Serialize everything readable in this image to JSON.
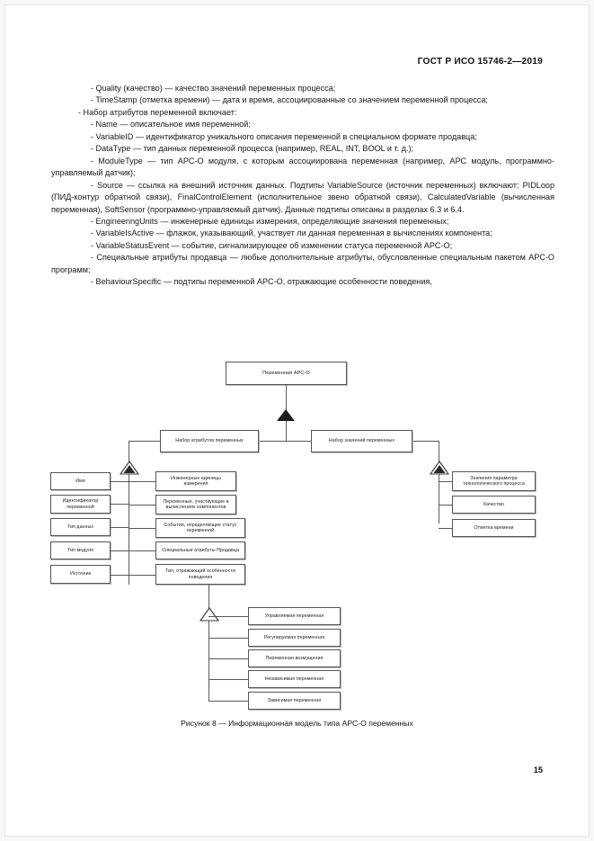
{
  "document": {
    "header": "ГОСТ Р ИСО 15746-2—2019",
    "page_number": "15"
  },
  "content": {
    "paragraphs": [
      "- Quality (качество) — качество значений переменных процесса;",
      "- TimeStamp (отметка времени) — дата и время, ассоциированные со значением переменной процесса;",
      "- Набор атрибутов переменной включает:",
      "- Name — описательное имя переменной;",
      "- VariableID — идентификатор уникального описания переменной в специальном формате продавца;",
      "- DataType — тип данных переменной процесса (например, REAL, INT, BOOL и т. д.);",
      "- ModuleType — тип APC-O модуля, с которым ассоциирована переменная (например, APC модуль, программно-управляемый датчик);",
      "- Source — ссылка на внешний источник данных. Подтипы VariableSource (источник переменных) включают: PIDLoop (ПИД-контур обратной связи), FinalControlElement (исполнительное звено обратной связи), CalculatedVariable (вычисленная переменная), SoftSensor (программно-управляемый датчик). Данные подтипы описаны в разделах 6.3 и 6.4.",
      "- EngineeringUnits — инженерные единицы измерения, определяющие значения переменных;",
      "- VariableIsActive — флажок, указывающий, участвует ли данная переменная в вычислениях компонента;",
      "- VariableStatusEvent — событие, сигнализирующее об изменении статуса переменной APC-O;",
      "- Специальные атрибуты продавца — любые дополнительные атрибуты, обусловленные специальным пакетом APC-O программ;",
      "- BehaviourSpecific — подтипы переменной APC-O, отражающие особенности поведения,"
    ]
  },
  "figure": {
    "caption": "Рисунок 8 — Информационная модель типа APC-O переменных",
    "root": "Переменная APC-O",
    "level2": {
      "left": "Набор атрибутов переменных",
      "right": "Набор значений переменных"
    },
    "attributes_left": [
      "Имя",
      "Идентификатор переменной",
      "Тип данных",
      "Тип модуля",
      "Источник"
    ],
    "attributes_right": [
      "Инженерные единицы измерения",
      "Переменные, участвующие в вычислениях компонентов",
      "События, определяющие статус переменной",
      "Специальные атрибуты Продавца",
      "Тип, отражающий особенности поведения"
    ],
    "values": [
      "Значения параметра технологического процесса",
      "Качество",
      "Отметка времени"
    ],
    "behaviours": [
      "Управляемая переменная",
      "Регулируемая переменная",
      "Переменная возмущения",
      "Независимая переменная",
      "Зависимая переменная"
    ],
    "colors": {
      "line": "#5a5a5a",
      "box_border": "#555555",
      "solid_marker": "#1d1d1d"
    }
  }
}
